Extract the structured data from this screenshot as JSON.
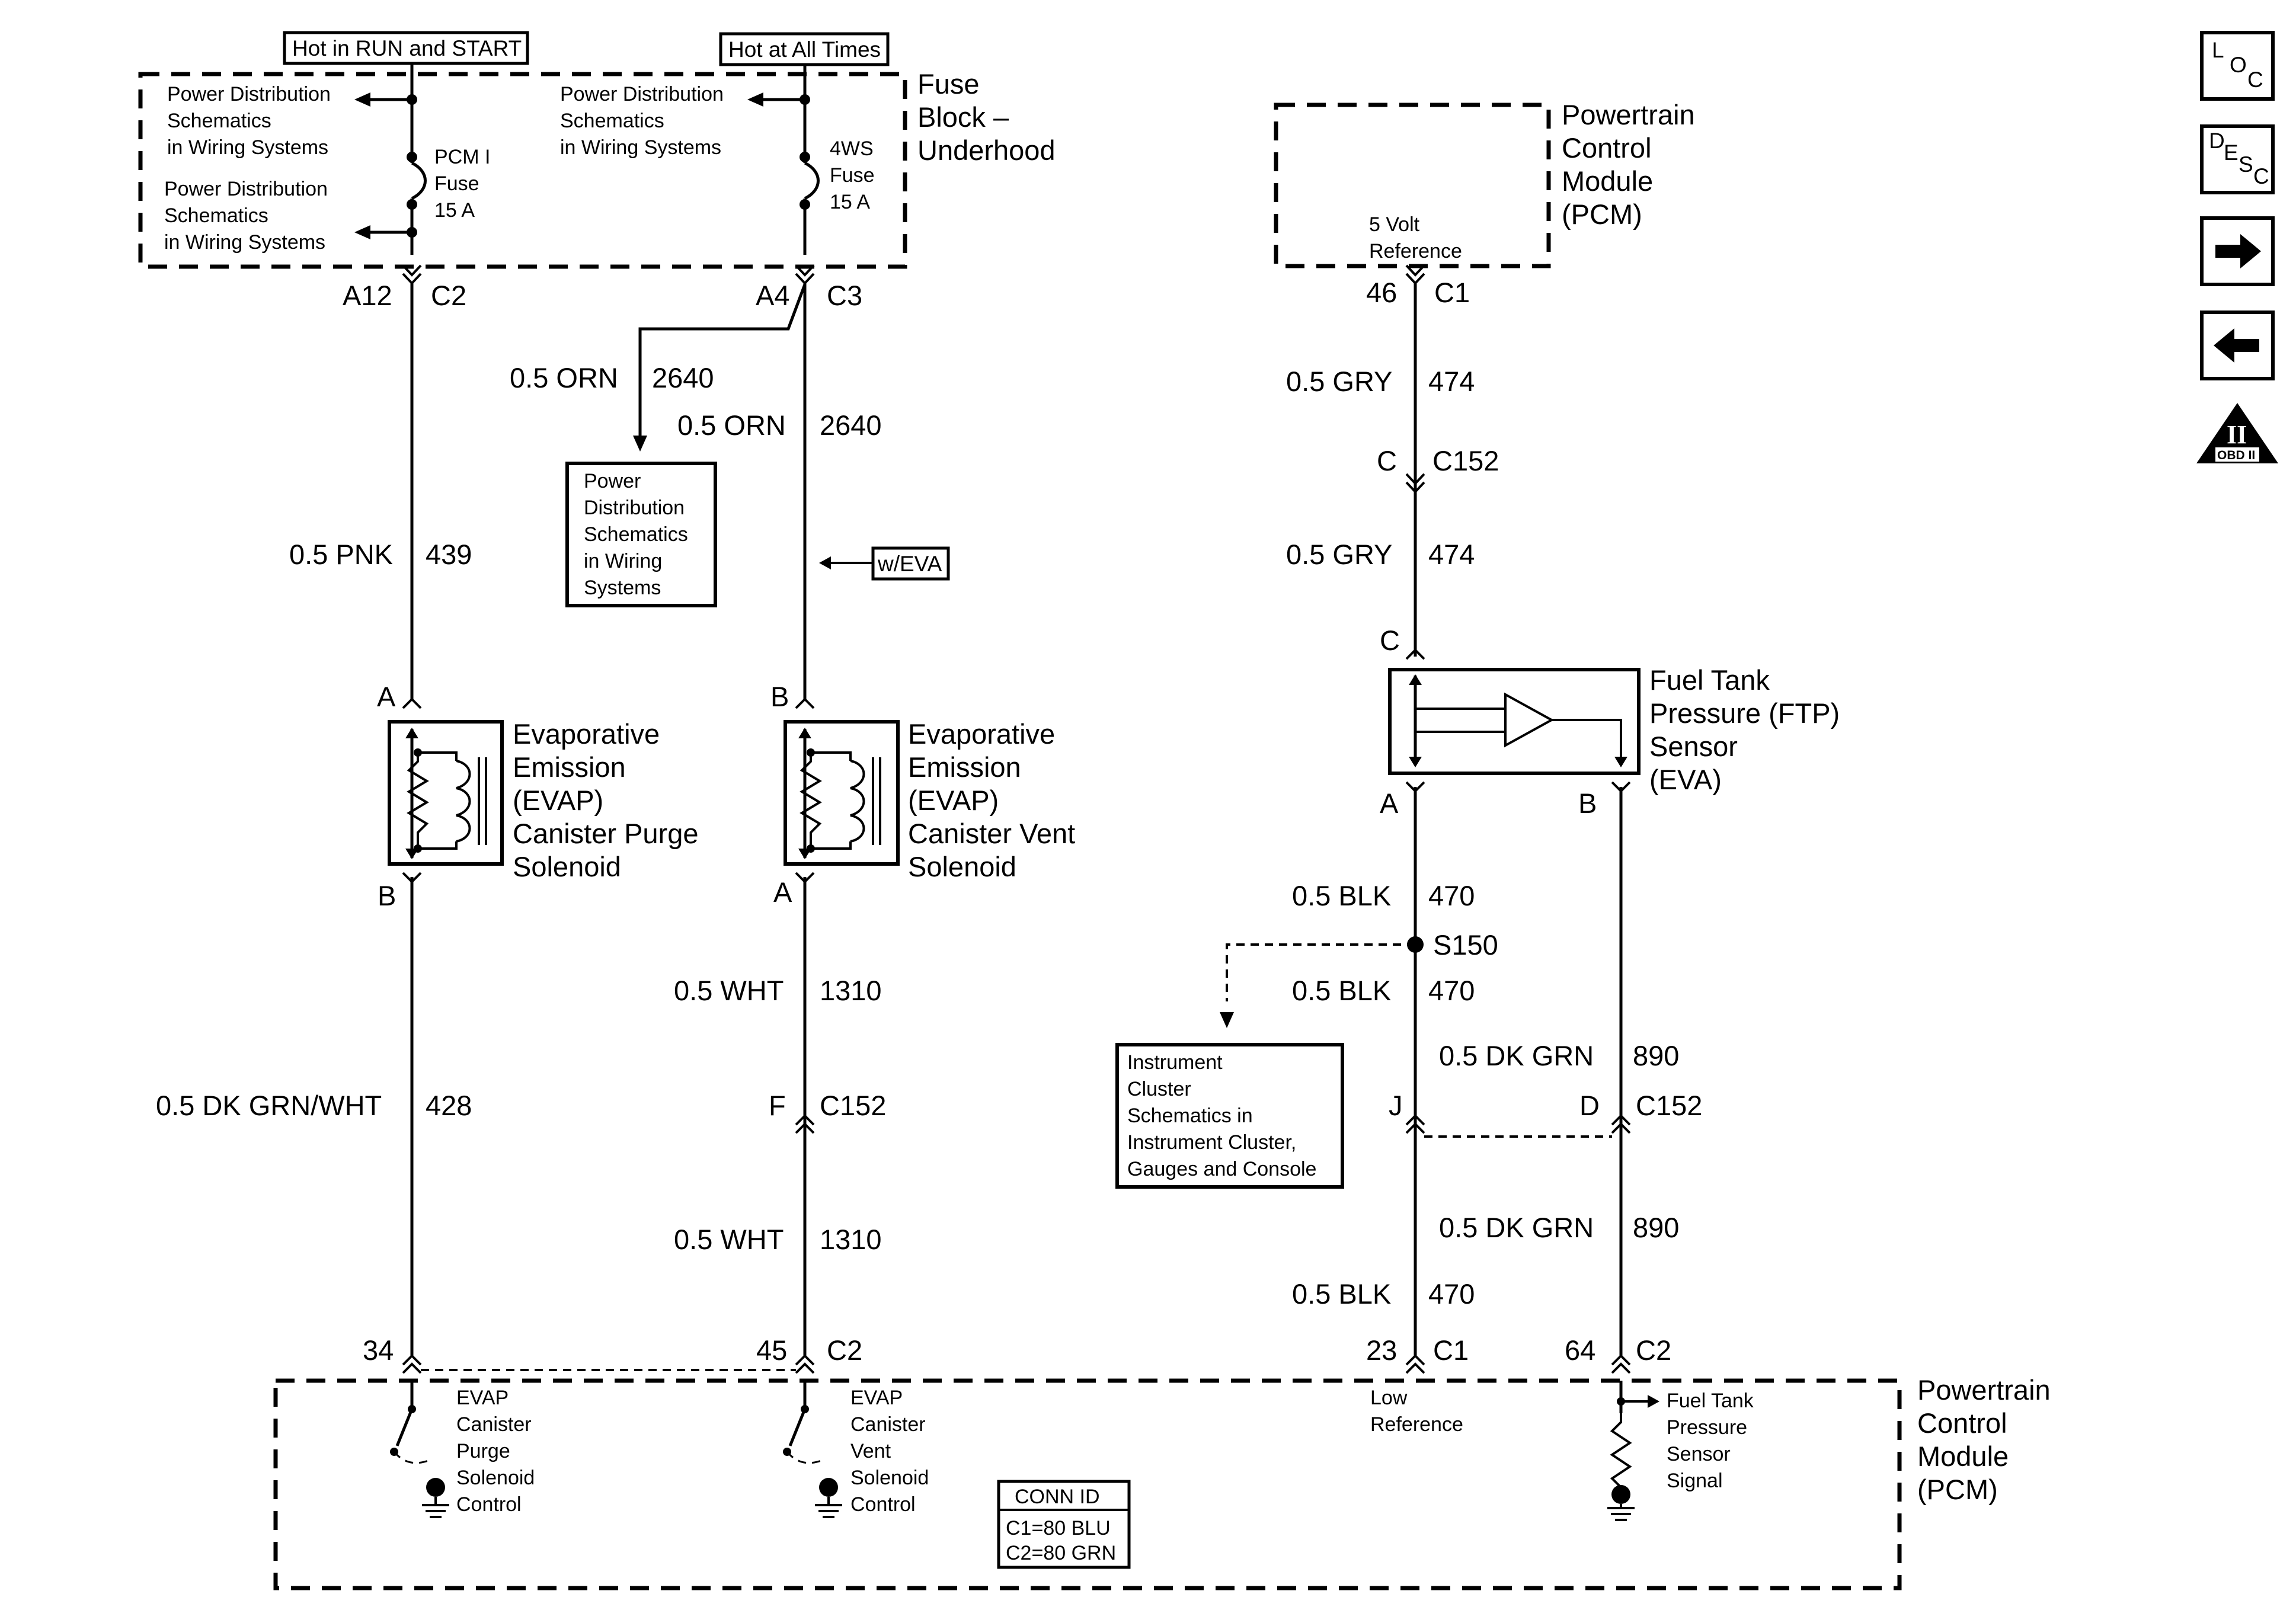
{
  "power": {
    "hot_run_start": "Hot in RUN and START",
    "hot_all_times": "Hot at All Times"
  },
  "fuse_block": {
    "title_l1": "Fuse",
    "title_l2": "Block –",
    "title_l3": "Underhood",
    "pd_ref_a": [
      "Power Distribution",
      "Schematics",
      "in Wiring Systems"
    ],
    "pd_ref_b": [
      "Power Distribution",
      "Schematics",
      "in Wiring Systems"
    ],
    "pd_ref_c": [
      "Power Distribution",
      "Schematics",
      "in Wiring Systems"
    ],
    "fuse_pcm": [
      "PCM I",
      "Fuse",
      "15 A"
    ],
    "fuse_4ws": [
      "4WS",
      "Fuse",
      "15 A"
    ]
  },
  "pcm_top": {
    "title": [
      "Powertrain",
      "Control",
      "Module",
      "(PCM)"
    ],
    "ref": [
      "5 Volt",
      "Reference"
    ]
  },
  "connectors": {
    "a12": "A12",
    "c2_left": "C2",
    "a4": "A4",
    "c3": "C3",
    "pin46": "46",
    "c1_top": "C1",
    "c_upper": "C",
    "c152_a": "C152",
    "c_lower": "C",
    "pin_a_purge": "A",
    "pin_b_purge": "B",
    "pin_b_vent": "B",
    "pin_a_vent": "A",
    "pin_a_ftp": "A",
    "pin_b_ftp": "B",
    "s150": "S150",
    "pin_f": "F",
    "c152_b": "C152",
    "pin_j": "J",
    "pin_d": "D",
    "c152_c": "C152",
    "pin34": "34",
    "pin45": "45",
    "c2_mid": "C2",
    "pin23": "23",
    "c1_bottom": "C1",
    "pin64": "64",
    "c2_right": "C2"
  },
  "wires": {
    "orn_branch_gauge": "0.5 ORN",
    "orn_branch_num": "2640",
    "orn_gauge": "0.5 ORN",
    "orn_num": "2640",
    "pnk_gauge": "0.5 PNK",
    "pnk_num": "439",
    "dkgrnwht_gauge": "0.5 DK GRN/WHT",
    "dkgrnwht_num": "428",
    "wht1_gauge": "0.5 WHT",
    "wht1_num": "1310",
    "wht2_gauge": "0.5 WHT",
    "wht2_num": "1310",
    "gry1_gauge": "0.5 GRY",
    "gry1_num": "474",
    "gry2_gauge": "0.5 GRY",
    "gry2_num": "474",
    "blk1_gauge": "0.5 BLK",
    "blk1_num": "470",
    "blk2_gauge": "0.5 BLK",
    "blk2_num": "470",
    "blk3_gauge": "0.5 BLK",
    "blk3_num": "470",
    "dkgrn1_gauge": "0.5 DK GRN",
    "dkgrn1_num": "890",
    "dkgrn2_gauge": "0.5 DK GRN",
    "dkgrn2_num": "890"
  },
  "pd_box": [
    "Power",
    "Distribution",
    "Schematics",
    "in Wiring",
    "Systems"
  ],
  "weva": "w/EVA",
  "purge_solenoid": [
    "Evaporative",
    "Emission",
    "(EVAP)",
    "Canister Purge",
    "Solenoid"
  ],
  "vent_solenoid": [
    "Evaporative",
    "Emission",
    "(EVAP)",
    "Canister Vent",
    "Solenoid"
  ],
  "ftp_sensor": [
    "Fuel Tank",
    "Pressure (FTP)",
    "Sensor",
    "(EVA)"
  ],
  "instrument_box": [
    "Instrument",
    "Cluster",
    "Schematics in",
    "Instrument Cluster,",
    "Gauges and Console"
  ],
  "pcm_bottom": {
    "title": [
      "Powertrain",
      "Control",
      "Module",
      "(PCM)"
    ],
    "purge_ctrl": [
      "EVAP",
      "Canister",
      "Purge",
      "Solenoid",
      "Control"
    ],
    "vent_ctrl": [
      "EVAP",
      "Canister",
      "Vent",
      "Solenoid",
      "Control"
    ],
    "low_ref": [
      "Low",
      "Reference"
    ],
    "ftp_signal": [
      "Fuel Tank",
      "Pressure",
      "Sensor",
      "Signal"
    ],
    "conn_id_title": "CONN ID",
    "conn_id_c1": "C1=80 BLU",
    "conn_id_c2": "C2=80 GRN"
  },
  "nav": {
    "loc": [
      "L",
      "O",
      "C"
    ],
    "desc": [
      "D",
      "E",
      "S",
      "C"
    ],
    "obd_numeral": "II",
    "obd_label": "OBD II"
  }
}
